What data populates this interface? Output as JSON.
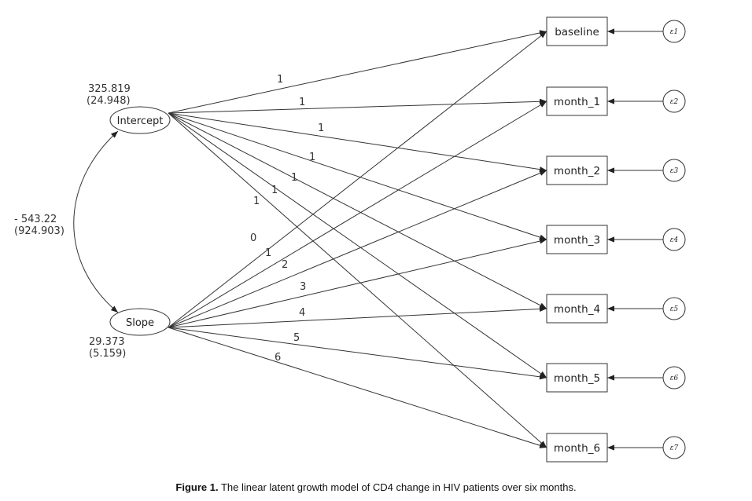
{
  "latent": {
    "intercept": {
      "label": "Intercept",
      "estimate": "325.819",
      "se": "(24.948)"
    },
    "slope": {
      "label": "Slope",
      "estimate": "29.373",
      "se": "(5.159)"
    },
    "covariance": {
      "estimate": "- 543.22",
      "se": "(924.903)"
    }
  },
  "observed": [
    {
      "label": "baseline",
      "error": "ε1",
      "intercept_loading": "1",
      "slope_loading": "0"
    },
    {
      "label": "month_1",
      "error": "ε2",
      "intercept_loading": "1",
      "slope_loading": "1"
    },
    {
      "label": "month_2",
      "error": "ε3",
      "intercept_loading": "1",
      "slope_loading": "2"
    },
    {
      "label": "month_3",
      "error": "ε4",
      "intercept_loading": "1",
      "slope_loading": "3"
    },
    {
      "label": "month_4",
      "error": "ε5",
      "intercept_loading": "1",
      "slope_loading": "4"
    },
    {
      "label": "month_5",
      "error": "ε6",
      "intercept_loading": "1",
      "slope_loading": "5"
    },
    {
      "label": "month_6",
      "error": "ε7",
      "intercept_loading": "1",
      "slope_loading": "6"
    }
  ],
  "caption": {
    "prefix": "Figure 1.",
    "text": " The linear latent growth model of CD4 change in HIV patients over six months."
  }
}
